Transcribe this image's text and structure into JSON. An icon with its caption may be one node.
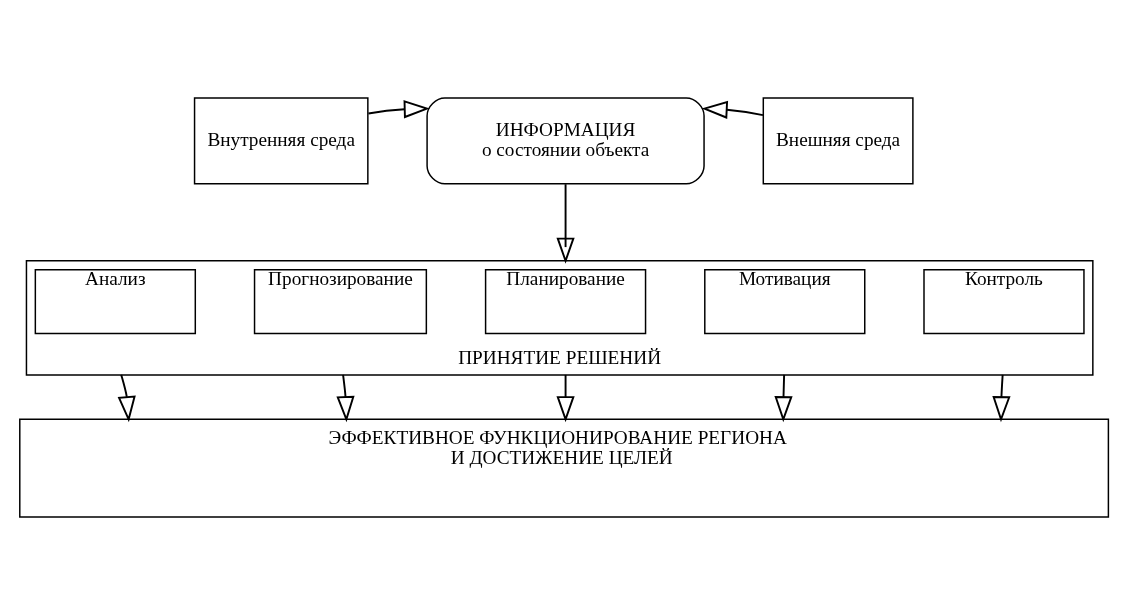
{
  "diagram": {
    "nodes": [
      {
        "text": [
          "Внутренняя среда"
        ]
      },
      {
        "text": [
          "ИНФОРМАЦИЯ",
          "о состоянии объекта"
        ]
      },
      {
        "text": [
          "Внешняя среда"
        ]
      },
      {
        "text": [
          "ПРИНЯТИЕ РЕШЕНИЙ"
        ]
      },
      {
        "text": [
          "Анализ"
        ],
        "in": 3
      },
      {
        "text": [
          "Прогнозирование"
        ],
        "in": 3
      },
      {
        "text": [
          "Планирование"
        ],
        "in": 3
      },
      {
        "text": [
          "Мотивация"
        ],
        "in": 3
      },
      {
        "text": [
          "Контроль"
        ],
        "in": 3
      },
      {
        "text": [
          "ЭФФЕКТИВНОЕ ФУНКЦИОНИРОВАНИЕ РЕГИОНА И ДОСТИЖЕНИЕ ЦЕЛЕЙ"
        ]
      }
    ],
    "edges": [
      {
        "from": 0,
        "to": 1,
        "arrow": "to"
      },
      {
        "from": 2,
        "to": 1,
        "arrow": "to"
      },
      {
        "from": 1,
        "to": 3,
        "arrow": "to"
      },
      {
        "from": 3,
        "to": 9,
        "arrow": "to"
      },
      {
        "from": 3,
        "to": 9,
        "arrow": "to"
      },
      {
        "from": 3,
        "to": 9,
        "arrow": "to"
      },
      {
        "from": 3,
        "to": 9,
        "arrow": "to"
      },
      {
        "from": 3,
        "to": 9,
        "arrow": "to"
      }
    ]
  }
}
